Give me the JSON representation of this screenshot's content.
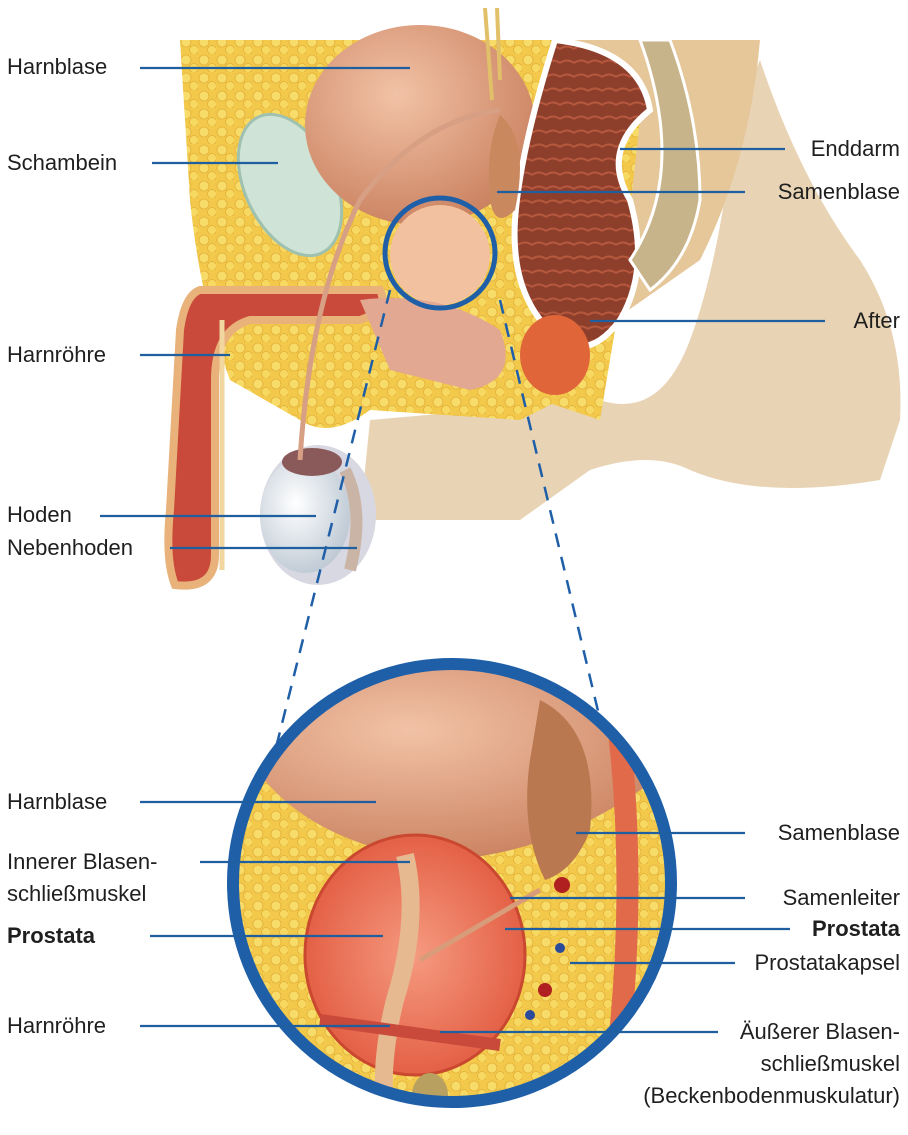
{
  "overview": {
    "left_labels": [
      "Harnblase",
      "Schambein",
      "Harnröhre",
      "Hoden",
      "Nebenhoden"
    ],
    "right_labels": [
      "Enddarm",
      "Samenblase",
      "After"
    ]
  },
  "detail": {
    "left_labels": {
      "harnblase": "Harnblase",
      "innerer_line1": "Innerer Blasen-",
      "innerer_line2": "schließmuskel",
      "prostata": "Prostata",
      "harnroehre": "Harnröhre"
    },
    "right_labels": {
      "samenblase": "Samenblase",
      "samenleiter": "Samenleiter",
      "prostata": "Prostata",
      "prostatakapsel": "Prostatakapsel",
      "aeusserer_line1": "Äußerer Blasen-",
      "aeusserer_line2": "schließmuskel",
      "aeusserer_line3": "(Beckenbodenmuskulatur)"
    }
  },
  "colors": {
    "leader_line": "#1f5f9f",
    "zoom_ring": "#1f5fa8",
    "fat": "#f2c94a",
    "muscle": "#c94a3a",
    "bladder": "#d99a78",
    "prostata": "#e86a4a"
  }
}
